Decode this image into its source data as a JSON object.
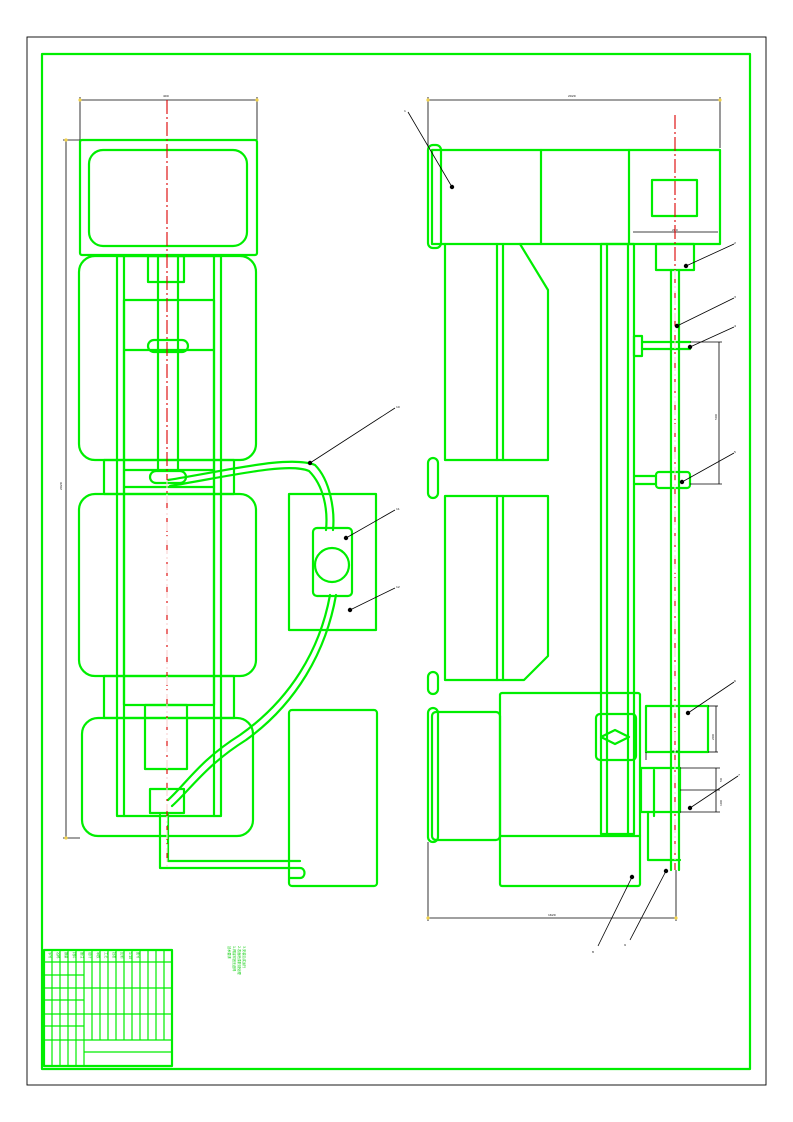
{
  "drawing": {
    "left_view": {
      "dims": {
        "overall_width": "400",
        "overall_height": "2020"
      },
      "callouts": [
        "10",
        "11",
        "12"
      ]
    },
    "right_view": {
      "dims": {
        "overall_width": "2020",
        "bottom_width": "1620",
        "box_width": "200",
        "spacing": "500",
        "box_height": "200",
        "small_a": "50",
        "small_b": "100",
        "box_bottom": "240"
      },
      "callouts": [
        "1",
        "2",
        "3",
        "4",
        "5",
        "6",
        "7",
        "8",
        "9"
      ]
    },
    "notes": [
      "技术要求",
      "1.焊接牢固无虚焊",
      "2.表面喷漆防锈处理",
      "3.安装后试运行"
    ],
    "title_block": {
      "cells": [
        "序号",
        "名称",
        "数量",
        "材料",
        "备注",
        "设计",
        "审核",
        "工艺",
        "批准",
        "比例",
        "1:10",
        "图号"
      ]
    }
  }
}
